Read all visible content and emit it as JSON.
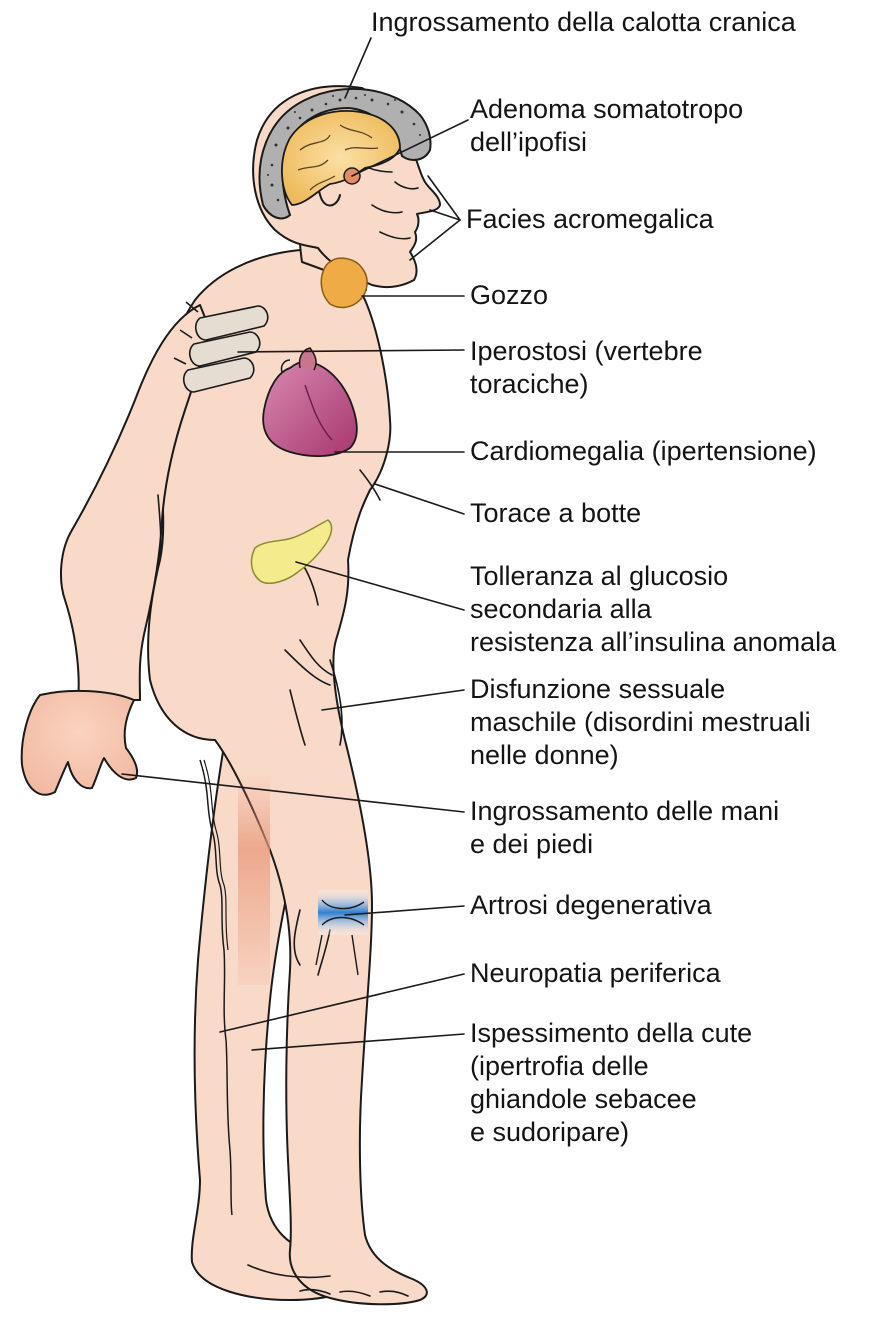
{
  "labels": {
    "calotta": [
      "Ingrossamento della calotta cranica"
    ],
    "adenoma": [
      "Adenoma somatotropo",
      "dell’ipofisi"
    ],
    "facies": [
      "Facies acromegalica"
    ],
    "gozzo": [
      "Gozzo"
    ],
    "iperostosi": [
      "Iperostosi (vertebre",
      "toraciche)"
    ],
    "cardiomegalia": [
      "Cardiomegalia (ipertensione)"
    ],
    "torace": [
      "Torace a botte"
    ],
    "tolleranza": [
      "Tolleranza al glucosio",
      "secondaria alla",
      "resistenza all’insulina anomala"
    ],
    "disfunzione": [
      "Disfunzione sessuale",
      "maschile (disordini mestruali",
      "nelle donne)"
    ],
    "mani": [
      "Ingrossamento delle mani",
      "e dei piedi"
    ],
    "artrosi": [
      "Artrosi degenerativa"
    ],
    "neuropatia": [
      "Neuropatia periferica"
    ],
    "cute": [
      "Ispessimento della cute",
      "(ipertrofia delle",
      "ghiandole sebacee",
      "e sudoripare)"
    ]
  },
  "colors": {
    "skin": "#f9d9c8",
    "outline": "#1a1a1a",
    "brain": "#f5cf85",
    "skull": "#a9a9a9",
    "heart": "#b84a82",
    "thyroid": "#e9a640",
    "pancreas": "#f4ec8c",
    "joint": "#3b86cc",
    "skin_thickening": "#e8987a"
  }
}
